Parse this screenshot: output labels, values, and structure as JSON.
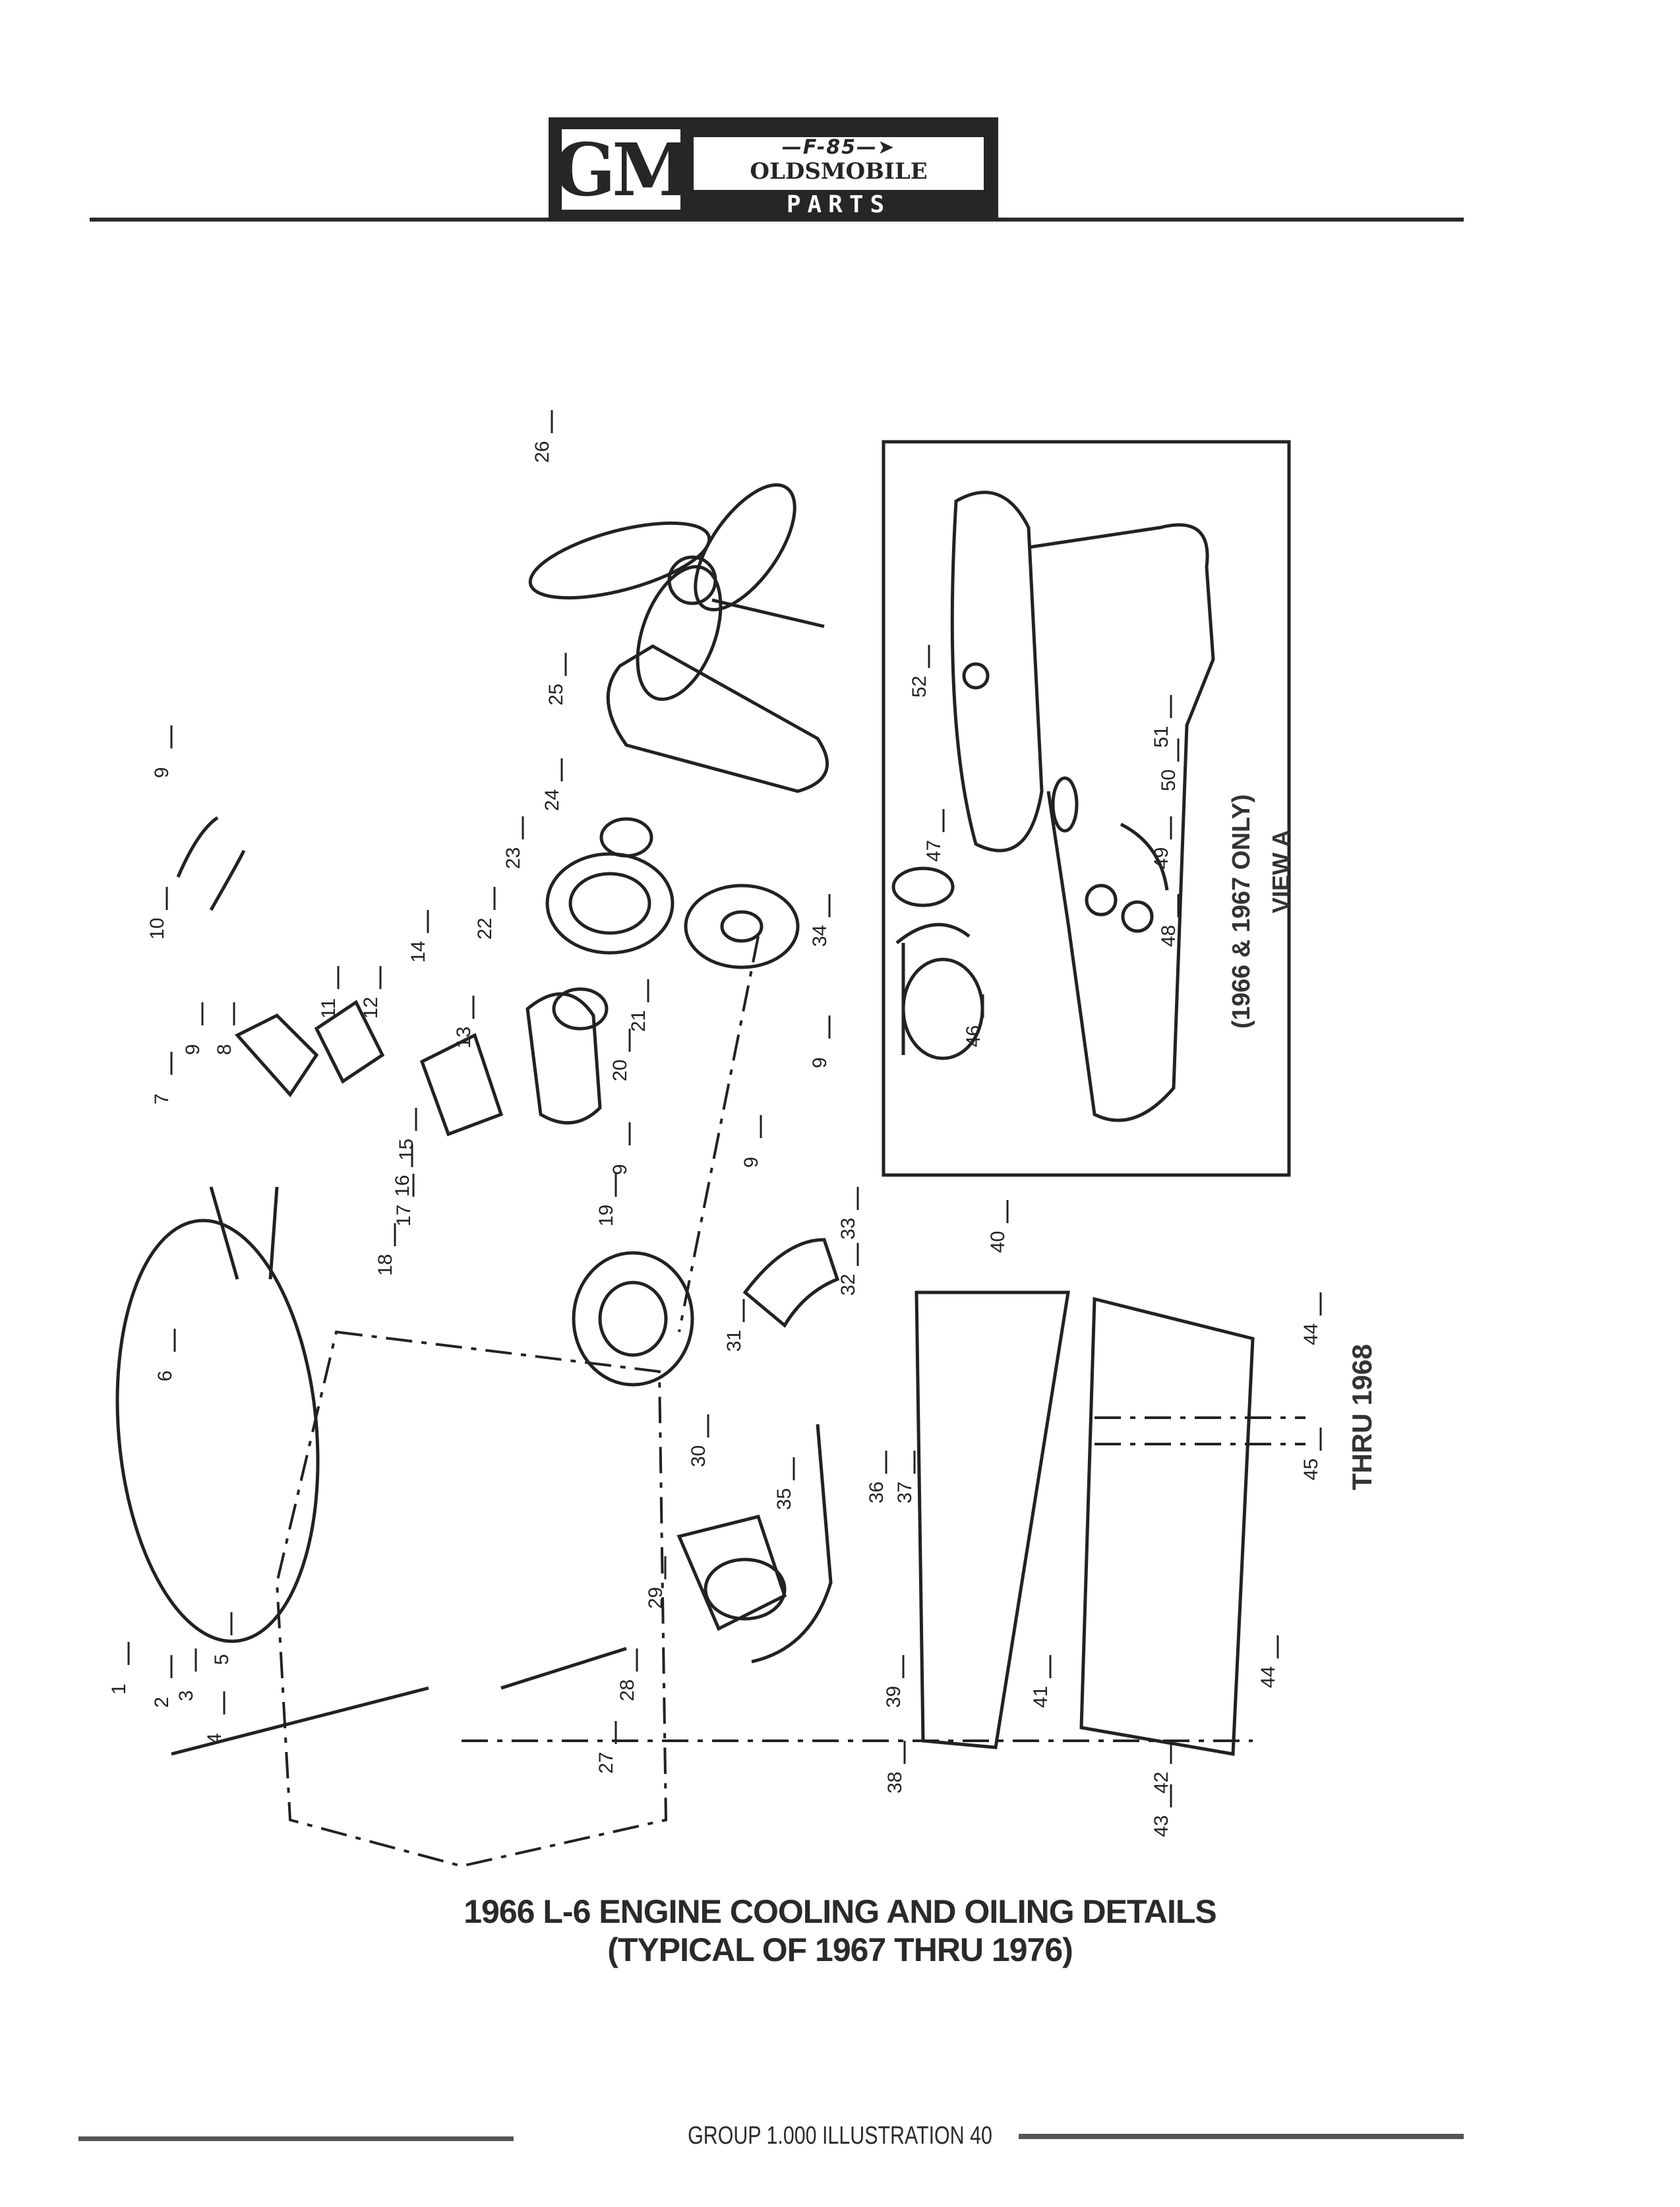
{
  "header": {
    "logo_gm": "GM",
    "logo_model": "F-85",
    "logo_brand": "OLDSMOBILE",
    "logo_subtitle": "PARTS CATALOGUE"
  },
  "illustration": {
    "inset_caption": "(1966 & 1967 ONLY)",
    "inset_view": "VIEW A",
    "side_note": "THRU 1968",
    "callouts": [
      "1",
      "2",
      "3",
      "4",
      "5",
      "6",
      "7",
      "8",
      "9",
      "9",
      "10",
      "11",
      "12",
      "13",
      "14",
      "15",
      "16",
      "17",
      "18",
      "19",
      "20",
      "21",
      "22",
      "23",
      "24",
      "25",
      "26",
      "27",
      "28",
      "29",
      "30",
      "31",
      "32",
      "33",
      "34",
      "35",
      "36",
      "37",
      "38",
      "39",
      "40",
      "41",
      "42",
      "43",
      "44",
      "44",
      "45",
      "46",
      "47",
      "48",
      "49",
      "50",
      "51",
      "52",
      "9",
      "9",
      "9"
    ]
  },
  "title": {
    "line1": "1966 L-6 ENGINE COOLING AND OILING DETAILS",
    "line2": "(TYPICAL OF 1967 THRU 1976)"
  },
  "footer": {
    "label": "GROUP 1.000 ILLUSTRATION 40"
  }
}
